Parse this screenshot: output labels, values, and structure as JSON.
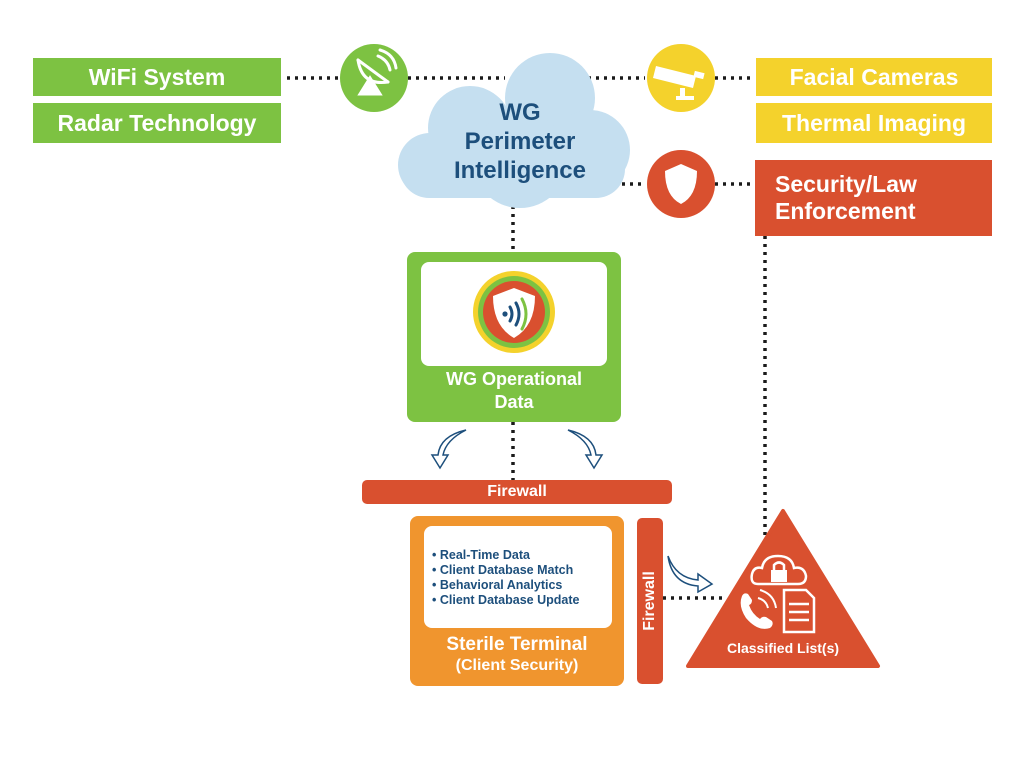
{
  "colors": {
    "green": "#7dc242",
    "yellow": "#f4d22c",
    "red": "#d9502f",
    "orange": "#f0952e",
    "cloud": "#c5dff0",
    "navy": "#1d4f7c"
  },
  "left_labels": [
    "WiFi System",
    "Radar Technology"
  ],
  "right_labels": [
    "Facial Cameras",
    "Thermal Imaging"
  ],
  "security_label": "Security/Law Enforcement",
  "cloud": {
    "line1": "WG",
    "line2": "Perimeter",
    "line3": "Intelligence"
  },
  "operational": {
    "line1": "WG Operational",
    "line2": "Data",
    "logo_icon": "wifi-shield-logo-icon"
  },
  "firewall_h": "Firewall",
  "firewall_v": "Firewall",
  "sterile": {
    "items": [
      "• Real-Time Data",
      "• Client Database Match",
      "• Behavioral Analytics",
      "• Client Database Update"
    ],
    "title": "Sterile Terminal",
    "subtitle": "(Client Security)"
  },
  "classified": {
    "label": "Classified List(s)",
    "icons": [
      "cloud-lock-icon",
      "phone-icon",
      "document-icon"
    ]
  },
  "icons": {
    "antenna": "satellite-dish-icon",
    "camera": "security-camera-icon",
    "shield": "shield-icon"
  }
}
